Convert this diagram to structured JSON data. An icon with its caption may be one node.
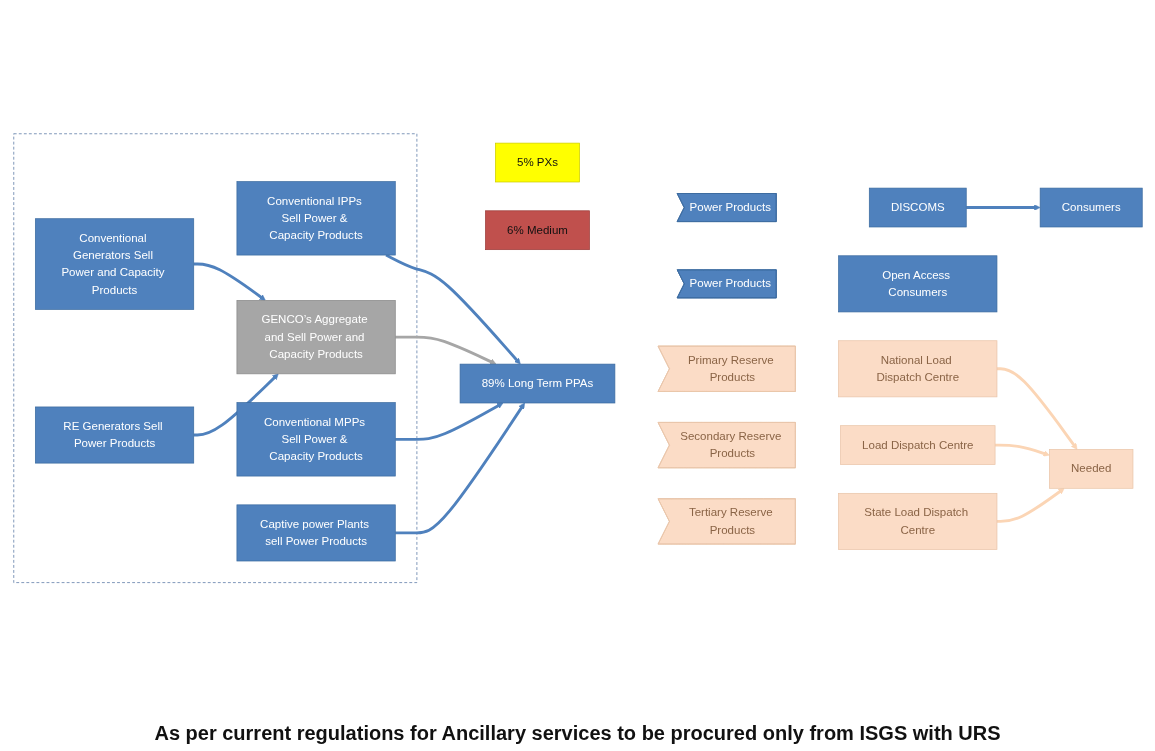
{
  "diagram": {
    "nodes": [
      {
        "text": [],
        "shape": "box"
      },
      {
        "text": [
          "Conventional Generators Sell Power and Capacity Products"
        ],
        "in": 0
      },
      {
        "text": [
          "Conventional IPPs Sell Power & Capacity Products"
        ],
        "in": 0
      },
      {
        "text": [
          "GENCO’s Aggregate and Sell Power and Capacity Products"
        ],
        "in": 0
      },
      {
        "text": [
          "Conventional MPPs Sell Power & Capacity Products"
        ],
        "in": 0
      },
      {
        "text": [
          "RE Generators Sell Power Products"
        ],
        "in": 0
      },
      {
        "text": [
          "Captive power Plants sell Power Products"
        ],
        "in": 0
      },
      {
        "text": [
          "5% PXs"
        ]
      },
      {
        "text": [
          "6%  Medium"
        ]
      },
      {
        "text": [
          "89% Long Term PPAs"
        ]
      },
      {
        "text": [
          "Power Products"
        ]
      },
      {
        "text": [
          "DISCOMS"
        ]
      },
      {
        "text": [
          "Consumers"
        ]
      },
      {
        "text": [
          "Power Products"
        ]
      },
      {
        "text": [
          "Open Access Consumers"
        ]
      },
      {
        "text": [
          "Primary Reserve Products"
        ]
      },
      {
        "text": [
          "National Load Dispatch Centre"
        ]
      },
      {
        "text": [
          "Secondary Reserve Products"
        ]
      },
      {
        "text": [
          "Load Dispatch Centre"
        ]
      },
      {
        "text": [
          "Tertiary Reserve Products"
        ]
      },
      {
        "text": [
          "State Load Dispatch Centre"
        ]
      },
      {
        "text": [
          "Needed"
        ]
      }
    ],
    "edges": [
      {
        "from": 1,
        "to": 3,
        "arrow": "to"
      },
      {
        "from": 5,
        "to": 3,
        "arrow": "to"
      },
      {
        "from": 2,
        "to": 9,
        "arrow": "to"
      },
      {
        "from": 3,
        "to": 9,
        "arrow": "to",
        "color": "#a6a6a6"
      },
      {
        "from": 4,
        "to": 9,
        "arrow": "to"
      },
      {
        "from": 6,
        "to": 9,
        "arrow": "to"
      },
      {
        "from": 11,
        "to": 12,
        "arrow": "to"
      },
      {
        "from": 16,
        "to": 21,
        "arrow": "to",
        "color": "#fbd5b5"
      },
      {
        "from": 18,
        "to": 21,
        "arrow": "to",
        "color": "#fbd5b5"
      },
      {
        "from": 20,
        "to": 21,
        "arrow": "to",
        "color": "#fbd5b5"
      }
    ],
    "labels": [
      "As per current regulations for Ancillary services to be procured only from ISGS with URS"
    ]
  }
}
